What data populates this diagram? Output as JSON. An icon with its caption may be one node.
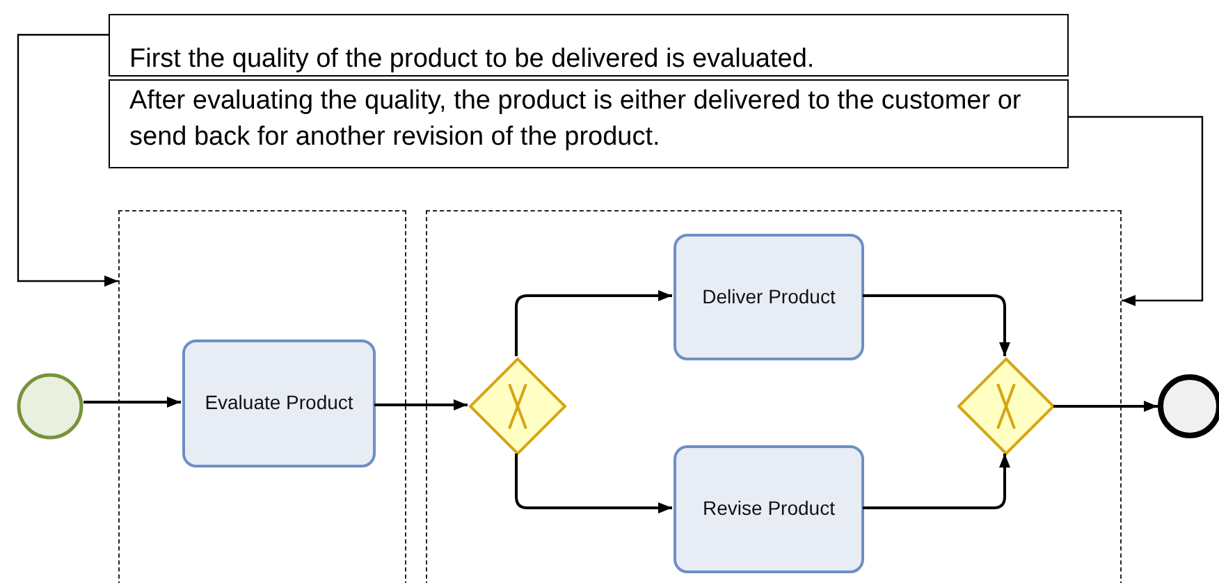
{
  "diagram": {
    "nodes": [
      {
        "text": [
          "First the quality of the product to be delivered is evaluated."
        ]
      },
      {
        "text": [
          "After evaluating the quality, the product is either delivered to the customer or send back for another revision of the product."
        ]
      },
      {
        "text": [],
        "shape": "box"
      },
      {
        "text": [],
        "shape": "box"
      },
      {
        "text": [],
        "shape": "circle"
      },
      {
        "text": [
          "Evaluate Product"
        ],
        "in": 2
      },
      {
        "text": [],
        "shape": "diamond",
        "in": 3
      },
      {
        "text": [
          "Deliver Product"
        ],
        "in": 3
      },
      {
        "text": [
          "Revise Product"
        ],
        "in": 3
      },
      {
        "text": [],
        "shape": "diamond",
        "in": 3
      },
      {
        "text": [],
        "shape": "circle"
      }
    ],
    "edges": [
      {
        "from": 0,
        "to": 2,
        "arrow": "to"
      },
      {
        "from": 1,
        "to": 3,
        "arrow": "to"
      },
      {
        "from": 4,
        "to": 5,
        "arrow": "to"
      },
      {
        "from": 5,
        "to": 6,
        "arrow": "to"
      },
      {
        "from": 6,
        "to": 7,
        "arrow": "to"
      },
      {
        "from": 6,
        "to": 8,
        "arrow": "to"
      },
      {
        "from": 7,
        "to": 9,
        "arrow": "to"
      },
      {
        "from": 8,
        "to": 9,
        "arrow": "to"
      },
      {
        "from": 9,
        "to": 10,
        "arrow": "to"
      }
    ]
  }
}
